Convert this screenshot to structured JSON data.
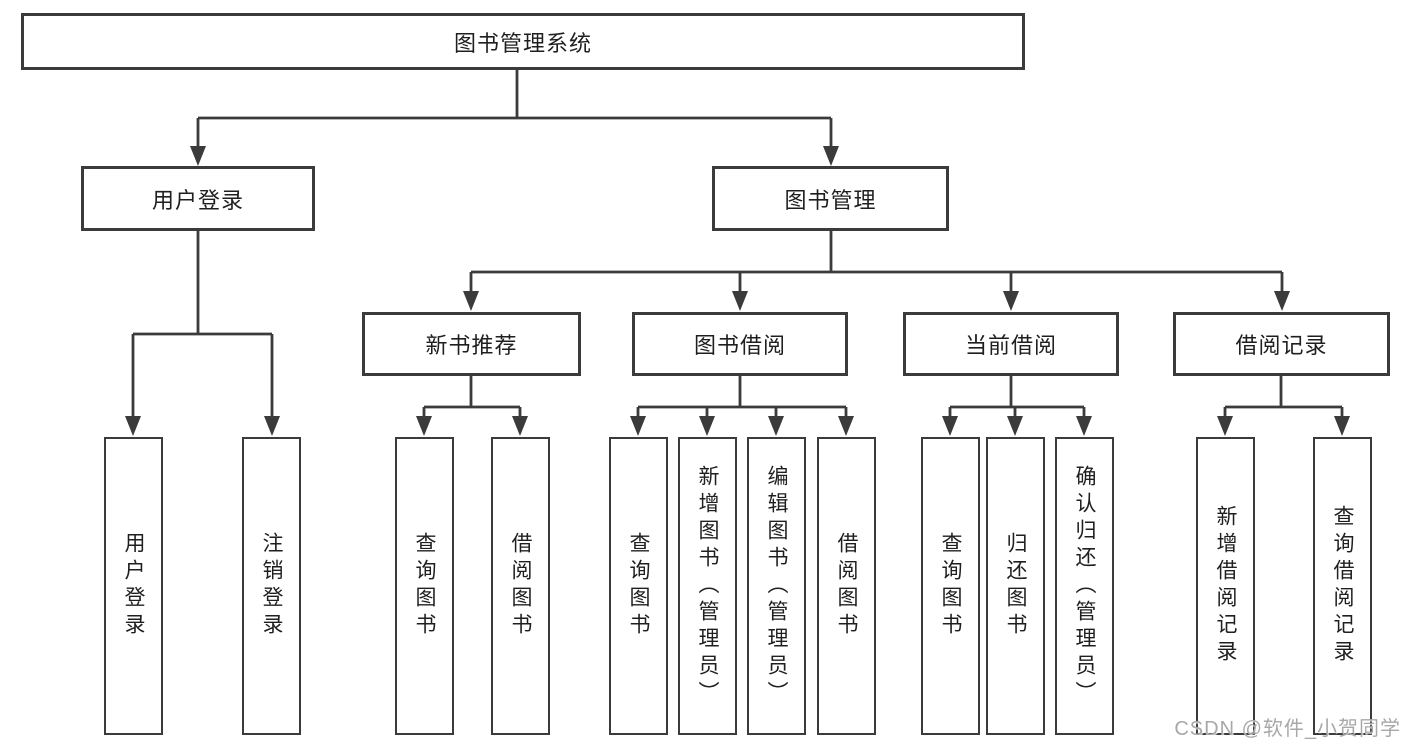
{
  "tree": {
    "root": {
      "label": "图书管理系统"
    },
    "branches": [
      {
        "label": "用户登录",
        "children": [
          {
            "label": "用户登录"
          },
          {
            "label": "注销登录"
          }
        ]
      },
      {
        "label": "图书管理",
        "children": [
          {
            "label": "新书推荐",
            "children": [
              {
                "label": "查询图书"
              },
              {
                "label": "借阅图书"
              }
            ]
          },
          {
            "label": "图书借阅",
            "children": [
              {
                "label": "查询图书"
              },
              {
                "label": "新增图书（管理员）"
              },
              {
                "label": "编辑图书（管理员）"
              },
              {
                "label": "借阅图书"
              }
            ]
          },
          {
            "label": "当前借阅",
            "children": [
              {
                "label": "查询图书"
              },
              {
                "label": "归还图书"
              },
              {
                "label": "确认归还（管理员）"
              }
            ]
          },
          {
            "label": "借阅记录",
            "children": [
              {
                "label": "新增借阅记录"
              },
              {
                "label": "查询借阅记录"
              }
            ]
          }
        ]
      }
    ]
  },
  "watermark": {
    "text": "CSDN @软件_小贺同学"
  },
  "colors": {
    "line": "#3b3b3b",
    "box_border": "#3b3b3b",
    "text": "#1f1f1f",
    "background": "#ffffff",
    "watermark": "#a8a8a8"
  }
}
